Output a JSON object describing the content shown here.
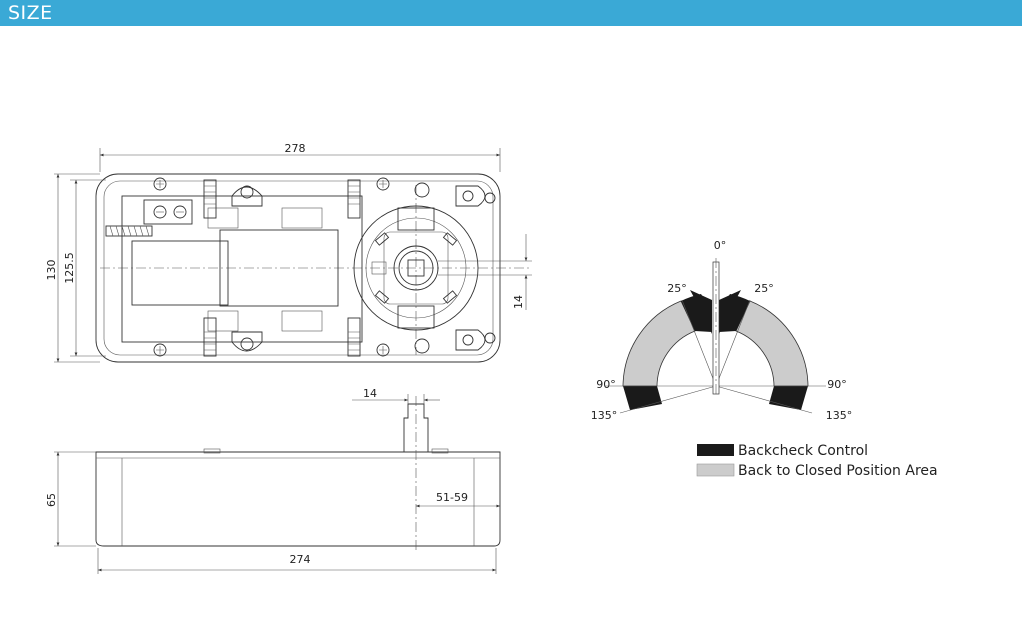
{
  "header": {
    "title": "SIZE"
  },
  "colors": {
    "header_bar": "#3aa9d6",
    "backcheck": "#1a1a1a",
    "back_to_closed": "#cccccc"
  },
  "top_view": {
    "dim_length": "278",
    "dim_height_outer": "130",
    "dim_height_inner": "125.5",
    "dim_spindle": "14"
  },
  "side_view": {
    "dim_spindle": "14",
    "dim_spindle_pos": "51-59",
    "dim_height": "65",
    "dim_length": "274"
  },
  "angle_diagram": {
    "label_0": "0°",
    "label_25_left": "25°",
    "label_25_right": "25°",
    "label_90_left": "90°",
    "label_90_right": "90°",
    "label_135_left": "135°",
    "label_135_right": "135°"
  },
  "legend": {
    "backcheck": "Backcheck Control",
    "back_to_closed": "Back to Closed Position Area"
  }
}
